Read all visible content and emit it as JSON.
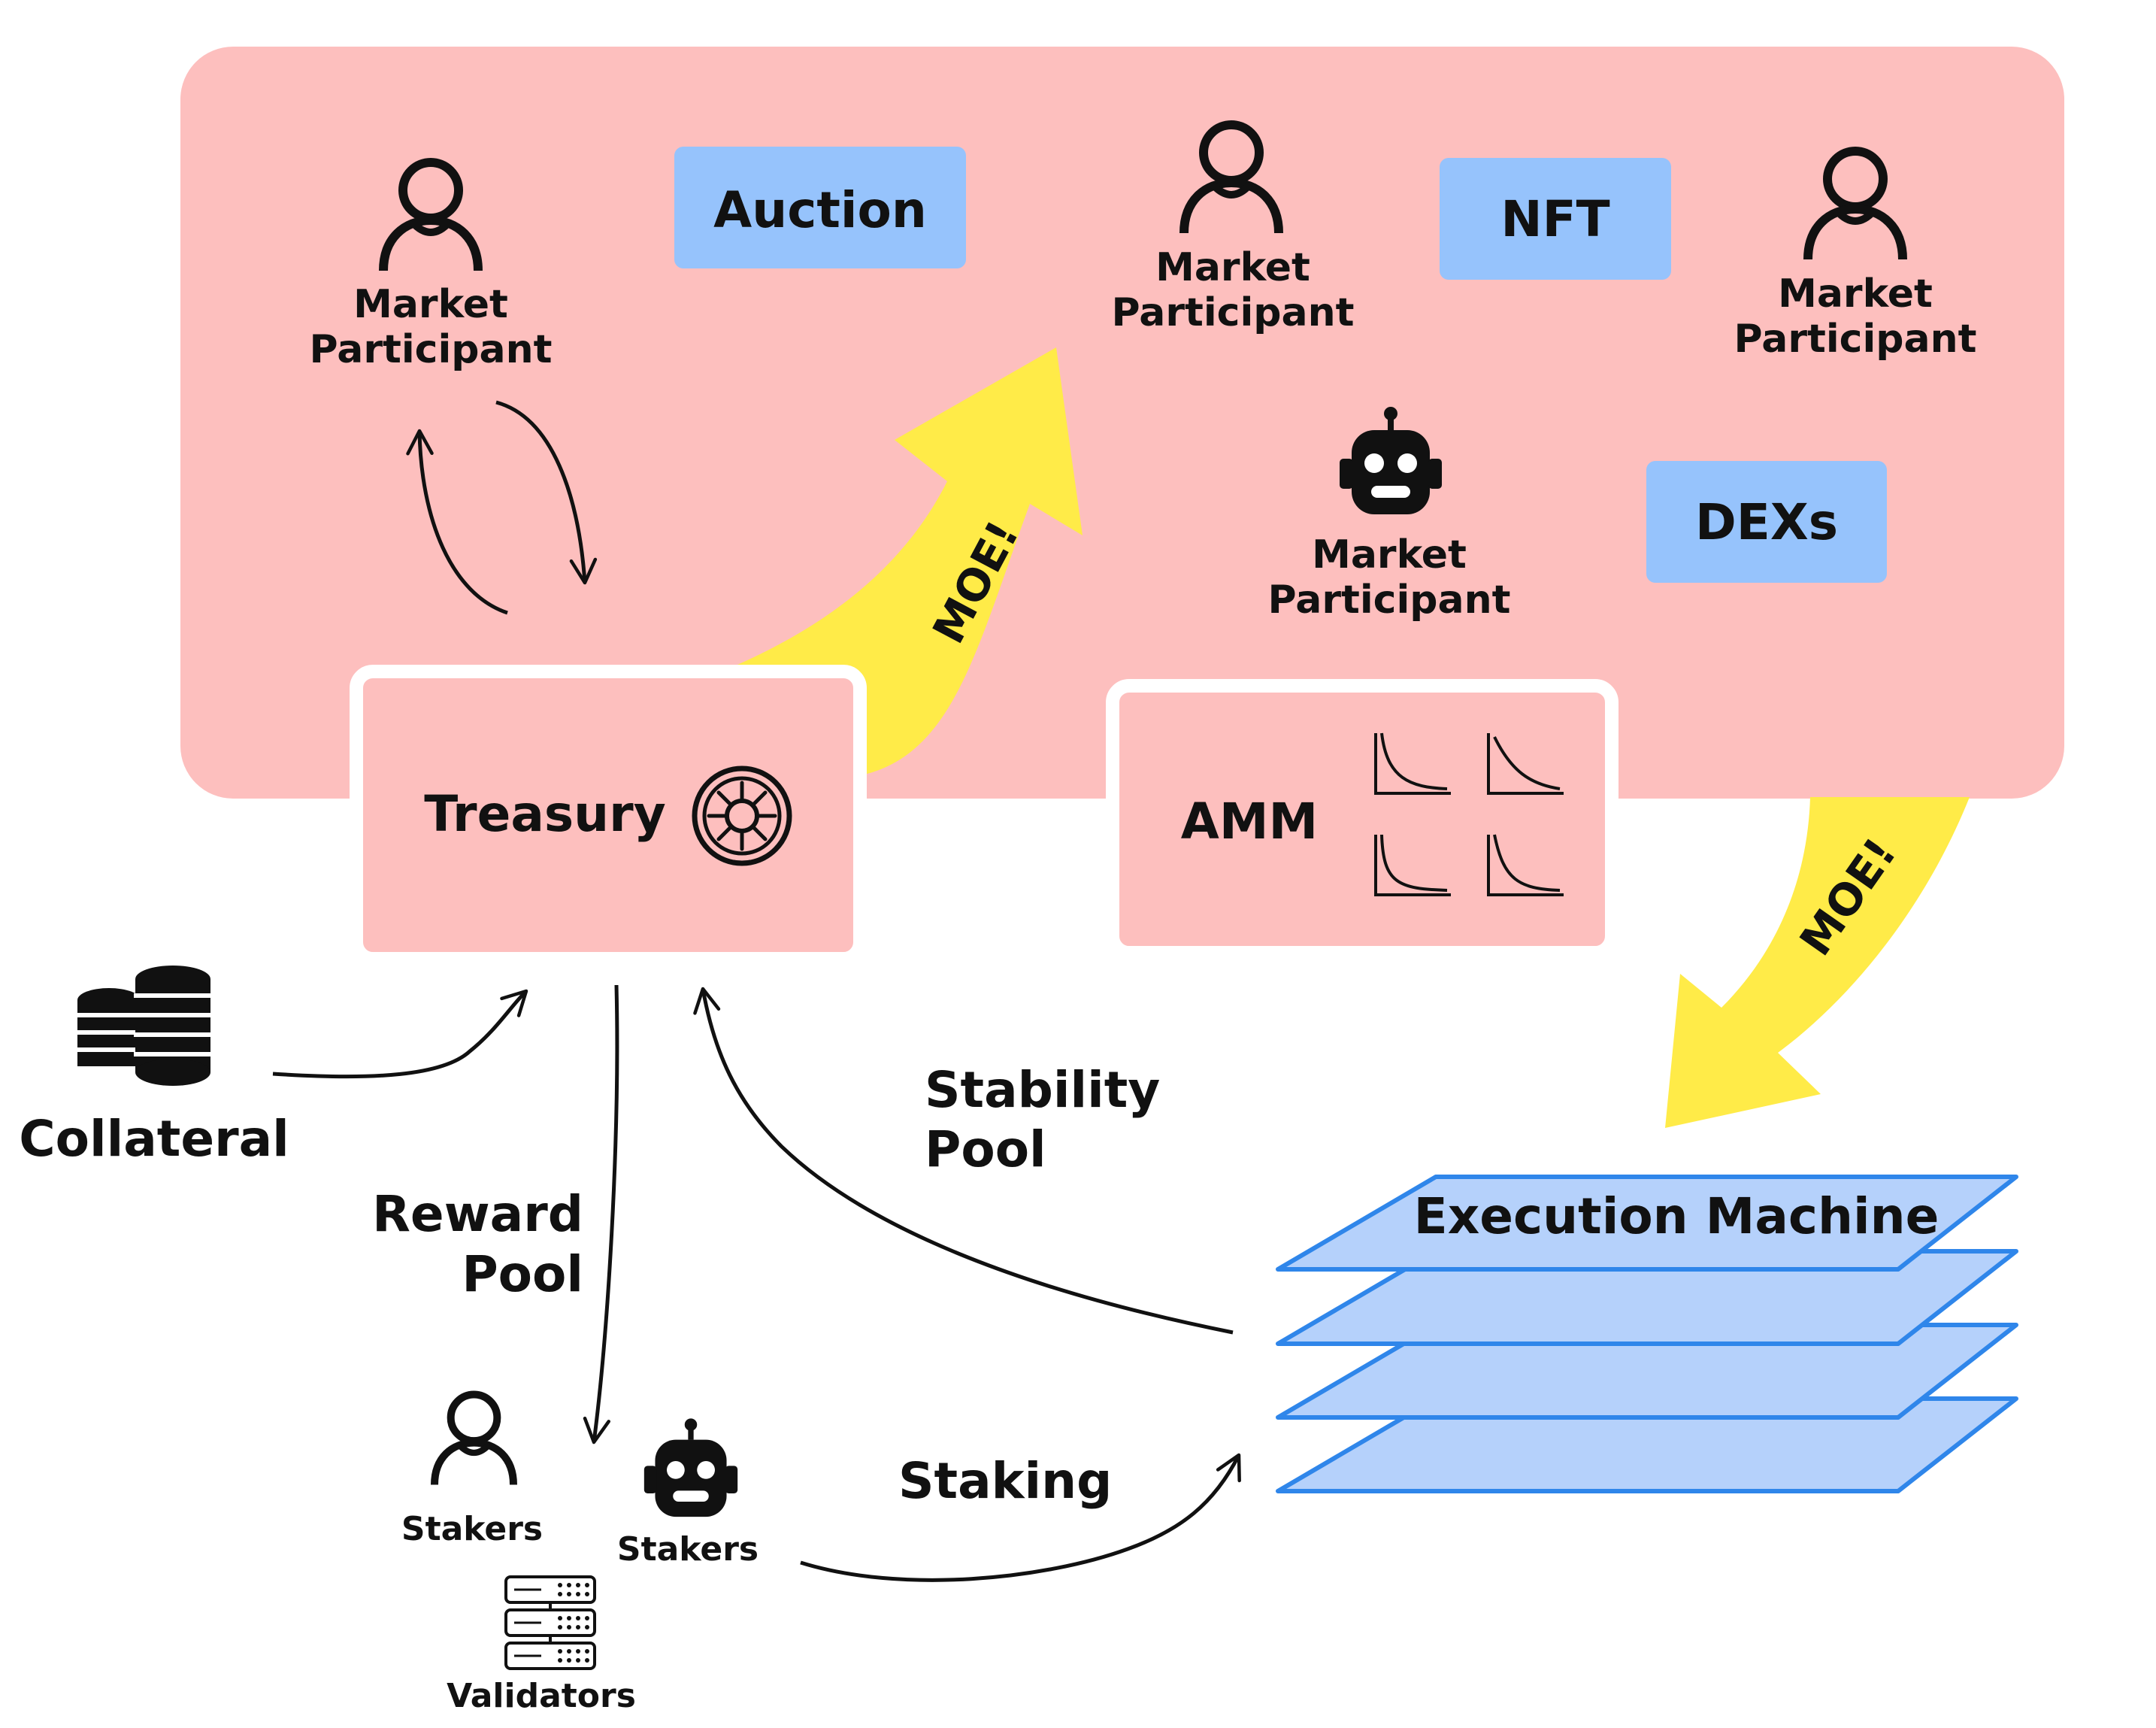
{
  "market": {
    "participants": [
      "Market Participant",
      "Market Participant",
      "Market Participant",
      "Market Participant"
    ],
    "venues": {
      "auction": "Auction",
      "nft": "NFT",
      "dexs": "DEXs"
    }
  },
  "treasury": {
    "label": "Treasury"
  },
  "amm": {
    "label": "AMM"
  },
  "collateral": {
    "label": "Collateral"
  },
  "execution": {
    "label": "Execution Machine"
  },
  "flows": {
    "moe_top": "MOE!",
    "moe_right": "MOE!",
    "stability_pool": [
      "Stability",
      "Pool"
    ],
    "reward_pool": [
      "Reward",
      "Pool"
    ],
    "staking": "Staking"
  },
  "stakers": {
    "human": "Stakers",
    "bot": "Stakers",
    "validators": "Validators"
  },
  "colors": {
    "market_bg": "#fdbfbe",
    "venue_box": "#96c3fc",
    "moe_arrow": "#ffeb48",
    "execution_layer_fill": "#b5d1fb",
    "execution_layer_stroke": "#2f86ea",
    "ink": "#111111"
  },
  "icons": {
    "participant": "user-icon",
    "bot": "robot-icon",
    "treasury": "vault-icon",
    "amm": "curve-chart-icon",
    "collateral": "coin-stack-icon",
    "validators": "server-icon"
  }
}
